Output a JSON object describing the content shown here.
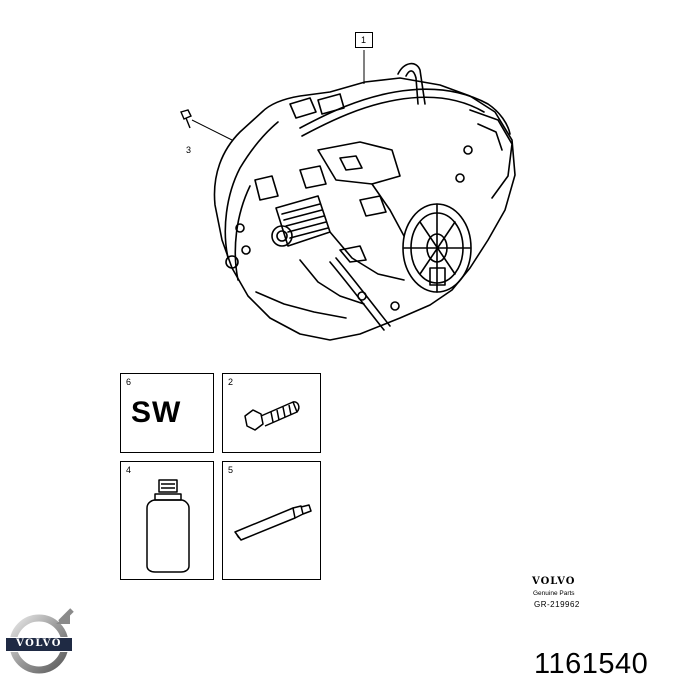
{
  "callouts": {
    "c1": "1",
    "c3": "3"
  },
  "kit_boxes": [
    {
      "number": "6",
      "content_text": "SW"
    },
    {
      "number": "2"
    },
    {
      "number": "4"
    },
    {
      "number": "5"
    }
  ],
  "brand": {
    "name": "VOLVO",
    "subtitle": "Genuine Parts",
    "drawing_ref": "GR-219962"
  },
  "logo": {
    "text": "VOLVO",
    "color": "#1f2a44"
  },
  "part_number": "1161540"
}
